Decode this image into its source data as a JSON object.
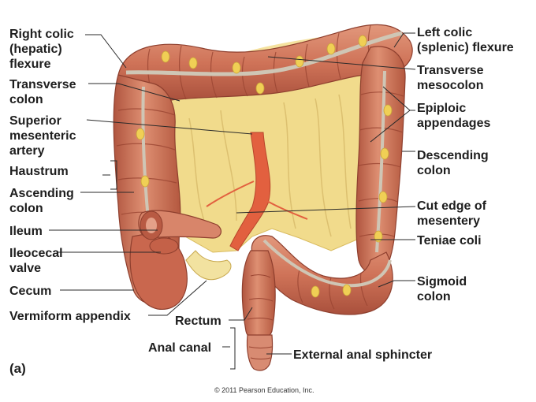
{
  "figure": {
    "panel_label": "(a)",
    "copyright": "© 2011 Pearson Education, Inc."
  },
  "labels": {
    "right_colic_flexure": "Right colic\n(hepatic)\nflexure",
    "transverse_colon": "Transverse\ncolon",
    "superior_mesenteric_artery": "Superior\nmesenteric\nartery",
    "haustrum": "Haustrum",
    "ascending_colon": "Ascending\ncolon",
    "ileum": "Ileum",
    "ileocecal_valve": "Ileocecal\nvalve",
    "cecum": "Cecum",
    "vermiform_appendix": "Vermiform appendix",
    "rectum": "Rectum",
    "anal_canal": "Anal canal",
    "external_anal_sphincter": "External anal sphincter",
    "left_colic_flexure": "Left colic\n(splenic) flexure",
    "transverse_mesocolon": "Transverse\nmesocolon",
    "epiploic_appendages": "Epiploic\nappendages",
    "descending_colon": "Descending\ncolon",
    "cut_edge_of_mesentery": "Cut edge of\nmesentery",
    "teniae_coli": "Teniae coli",
    "sigmoid_colon": "Sigmoid\ncolon"
  },
  "colors": {
    "colon": "#cf7358",
    "colon_dark": "#a84a37",
    "mesentery": "#f1db8c",
    "fat": "#f0cf55",
    "artery": "#e2603f",
    "leader": "#2a2a2a"
  }
}
